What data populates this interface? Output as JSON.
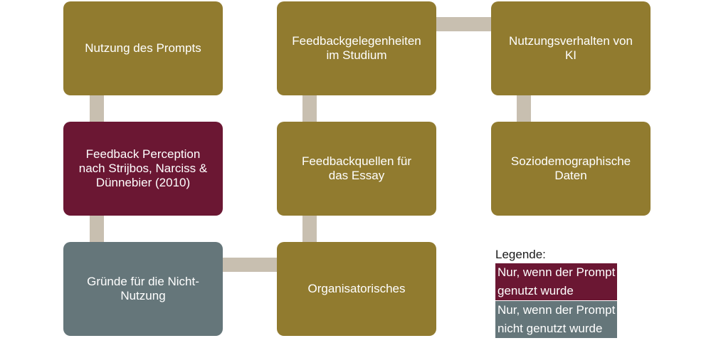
{
  "colors": {
    "olive": "#917b2f",
    "maroon": "#6b1733",
    "slate": "#65767a",
    "connector": "#c8bfb0"
  },
  "boxes": {
    "nutzung_prompts": "Nutzung des Prompts",
    "feedback_perception": "Feedback Perception\nnach Strijbos, Narciss &\nDünnebier (2010)",
    "gruende": "Gründe für die Nicht-\nNutzung",
    "feedbackgelegenheiten": "Feedbackgelegenheiten\nim Studium",
    "feedbackquellen": "Feedbackquellen für\ndas Essay",
    "organisatorisches": "Organisatorisches",
    "nutzungsverhalten": "Nutzungsverhalten von\nKI",
    "soziodemographisch": "Soziodemographische\nDaten"
  },
  "legend": {
    "title": "Legende:",
    "used": "Nur, wenn der Prompt\ngenutzt wurde",
    "not_used": "Nur, wenn der Prompt\nnicht genutzt wurde"
  }
}
